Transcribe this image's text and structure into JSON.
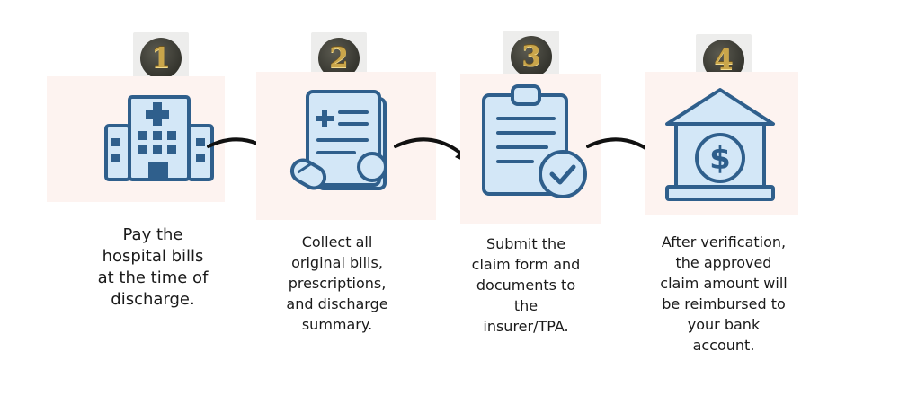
{
  "steps": [
    {
      "number": "1",
      "icon": "hospital-icon",
      "caption": "Pay the\nhospital bills\nat the time of\ndischarge."
    },
    {
      "number": "2",
      "icon": "documents-pills-icon",
      "caption": "Collect all\noriginal bills,\nprescriptions,\nand discharge\nsummary."
    },
    {
      "number": "3",
      "icon": "clipboard-check-icon",
      "caption": "Submit the\nclaim form and\ndocuments to\nthe\ninsurer/TPA."
    },
    {
      "number": "4",
      "icon": "bank-dollar-icon",
      "caption": "After verification,\nthe approved\nclaim amount will\nbe reimbursed to\nyour bank\naccount."
    }
  ],
  "colors": {
    "icon_fill": "#d3e7f7",
    "icon_stroke": "#2f5f8c",
    "badge_gold": "#c9a54a",
    "badge_dark": "#3a3a33",
    "panel_bg": "#fdf3f0"
  }
}
